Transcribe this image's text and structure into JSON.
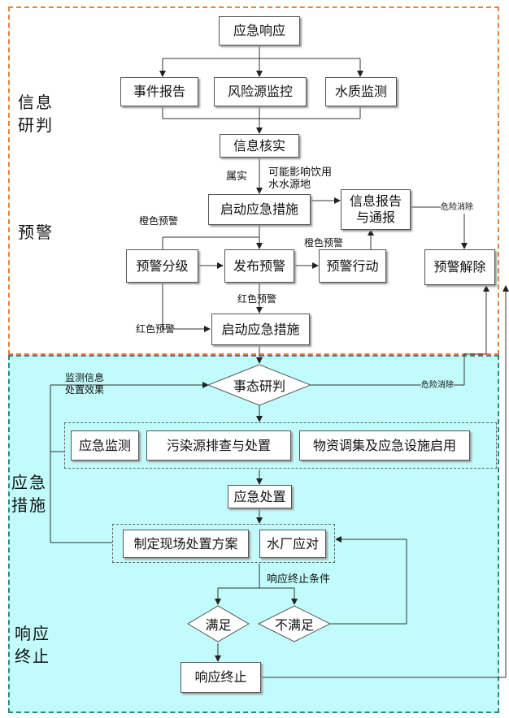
{
  "phases": {
    "info": "信息\n研判",
    "warning": "预警",
    "measures": "应急\n措施",
    "termination": "响应\n终止"
  },
  "nodes": {
    "emergency_response": "应急响应",
    "event_report": "事件报告",
    "risk_monitor": "风险源监控",
    "water_quality": "水质监测",
    "info_verify": "信息核实",
    "start_measures_1": "启动应急措施",
    "info_report": "信息报告\n与通报",
    "warning_level": "预警分级",
    "issue_warning": "发布预警",
    "warning_action": "预警行动",
    "warning_release": "预警解除",
    "start_measures_2": "启动应急措施",
    "situation_assess": "事态研判",
    "emergency_monitor": "应急监测",
    "pollution_source": "污染源排查与处置",
    "materials": "物资调集及应急设施启用",
    "emergency_disposal": "应急处置",
    "onsite_plan": "制定现场处置方案",
    "water_plant": "水厂应对",
    "satisfied": "满足",
    "not_satisfied": "不满足",
    "response_end": "响应终止"
  },
  "labels": {
    "confirmed": "属实",
    "may_affect": "可能影响饮用\n水水源地",
    "orange_warning_1": "橙色预警",
    "orange_warning_2": "橙色预警",
    "red_warning_1": "红色预警",
    "red_warning_2": "红色预警",
    "danger_cleared_1": "危险消除",
    "danger_cleared_2": "危险消除",
    "monitor_feedback": "监测信息\n处置效果",
    "end_condition": "响应终止条件"
  },
  "colors": {
    "top_border": "#e8803a",
    "bottom_border": "#2a8a78",
    "bottom_fill": "#c2fbfb"
  }
}
